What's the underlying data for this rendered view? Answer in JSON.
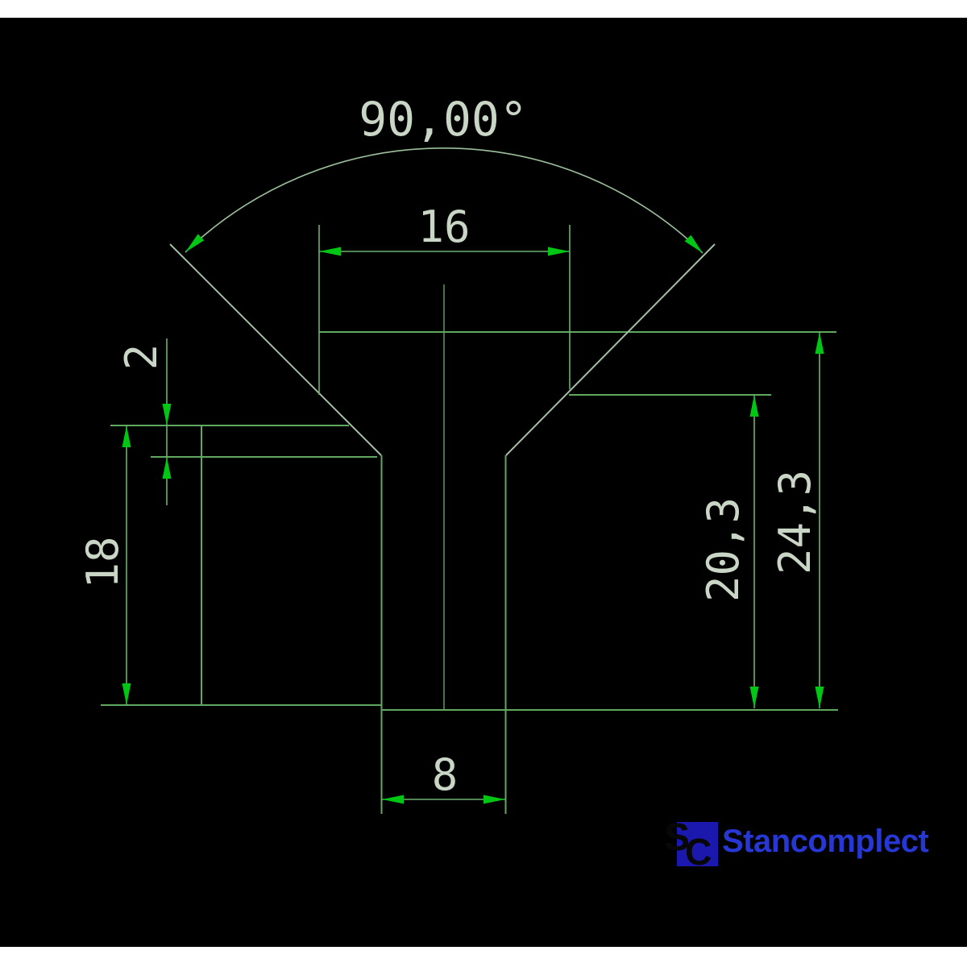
{
  "colors": {
    "canvas_background": "#000000",
    "page_background": "#ffffff",
    "line_green": "#5fa85f",
    "aux_green": "#a4bca4",
    "dim_green": "#6fb06f",
    "arrow_green": "#00c714",
    "text_green": "#c9d6c6",
    "logo_blue": "#1b18ae",
    "logo_text_blue": "#2637d4",
    "logo_letter_black": "#070707"
  },
  "drawing": {
    "labels": {
      "angle": "90,00°",
      "top_width": "16",
      "step_height": "2",
      "left_height": "18",
      "shoulder_depth": "20,3",
      "total_height": "24,3",
      "stem_width": "8"
    }
  },
  "logo": {
    "icon_letter_s": "S",
    "icon_letter_c": "C",
    "text": "Stancomplect"
  }
}
